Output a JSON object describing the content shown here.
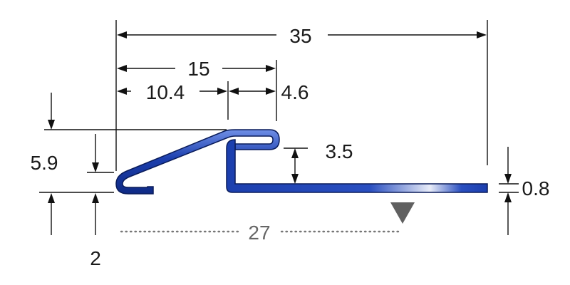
{
  "diagram": {
    "type": "technical-profile-drawing",
    "colors": {
      "profile_fill": "#1c3fae",
      "profile_highlight": "#6f8fe6",
      "profile_outline": "#0a1c5a",
      "line": "#111111",
      "marker": "#606060",
      "dotted": "#777777"
    },
    "dimensions": {
      "overall_width": "35",
      "top_width": "15",
      "left_segment": "10.4",
      "right_segment": "4.6",
      "total_height": "5.9",
      "step_height": "3.5",
      "thickness": "0.8",
      "bottom_offset": "2",
      "base_length": "27"
    }
  }
}
